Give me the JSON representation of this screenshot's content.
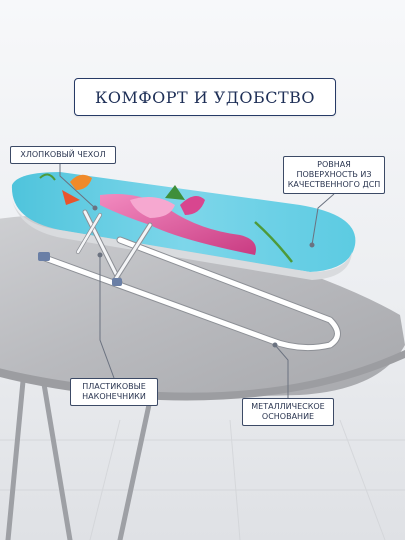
{
  "title": "КОМФОРТ И УДОБСТВО",
  "labels": {
    "cotton_cover": [
      "ХЛОПКОВЫЙ ЧЕХОЛ"
    ],
    "chipboard": [
      "РОВНАЯ",
      "ПОВЕРХНОСТЬ ИЗ",
      "КАЧЕСТВЕННОГО ДСП"
    ],
    "plastic_tips": [
      "ПЛАСТИКОВЫЕ",
      "НАКОНЕЧНИКИ"
    ],
    "metal_base": [
      "МЕТАЛЛИЧЕСКОЕ",
      "ОСНОВАНИЕ"
    ]
  },
  "colors": {
    "accent": "#1e2f57",
    "cover_blue": "#6fd0e6",
    "flower_pink": "#e0559a",
    "board_gray": "#b7b8bc",
    "frame_white": "#ffffff"
  }
}
